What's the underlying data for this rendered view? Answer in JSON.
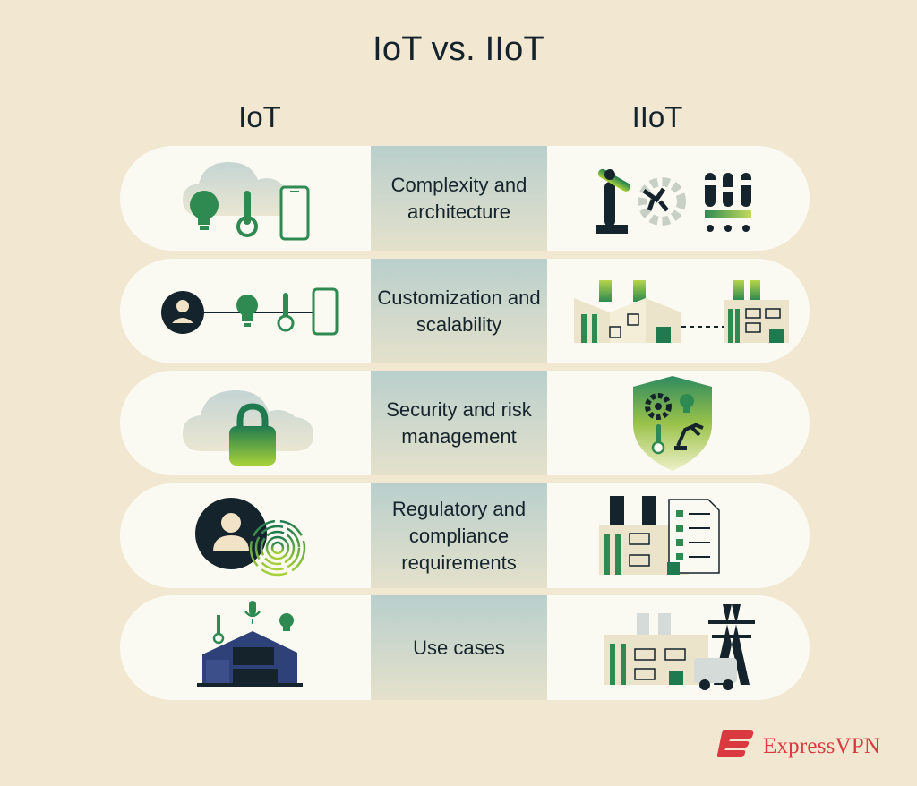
{
  "title": "IoT vs. IIoT",
  "columns": {
    "left": "IoT",
    "right": "IIoT"
  },
  "rows": [
    {
      "label": "Complexity and architecture",
      "left_icon": "cloud-bulb-thermometer-phone-icon",
      "right_icon": "robot-arm-gear-sensors-icon"
    },
    {
      "label": "Customization and scalability",
      "left_icon": "user-bulb-thermometer-phone-chain-icon",
      "right_icon": "connected-factories-icon"
    },
    {
      "label": "Security and risk management",
      "left_icon": "cloud-lock-icon",
      "right_icon": "shield-industrial-icon"
    },
    {
      "label": "Regulatory and compliance requirements",
      "left_icon": "user-fingerprint-icon",
      "right_icon": "factory-checklist-icon"
    },
    {
      "label": "Use cases",
      "left_icon": "smart-home-icon",
      "right_icon": "factory-powerline-truck-icon"
    }
  ],
  "brand": {
    "name": "ExpressVPN",
    "logo": "expressvpn-logo-icon"
  },
  "colors": {
    "background": "#f2e8d2",
    "pill": "#fbfaf2",
    "dark": "#14232c",
    "green": "#2f8a52",
    "lime": "#a6cf3c",
    "brand_red": "#da3940"
  }
}
